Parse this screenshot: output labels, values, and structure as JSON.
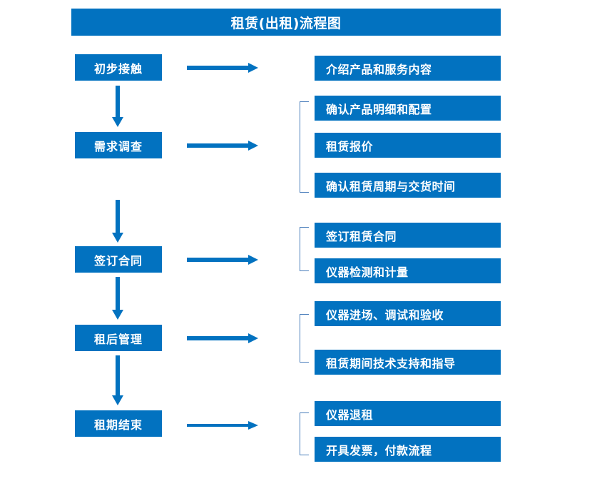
{
  "diagram": {
    "title": "租赁(出租)流程图",
    "type": "flowchart",
    "colors": {
      "box_fill": "#0272c0",
      "box_text": "#ffffff",
      "arrow": "#0272c0",
      "bracket": "#4a7ebb",
      "background": "#ffffff"
    },
    "stages": [
      {
        "id": "stage-1",
        "label": "初步接触"
      },
      {
        "id": "stage-2",
        "label": "需求调查"
      },
      {
        "id": "stage-3",
        "label": "签订合同"
      },
      {
        "id": "stage-4",
        "label": "租后管理"
      },
      {
        "id": "stage-5",
        "label": "租期结束"
      }
    ],
    "task_groups": [
      {
        "id": "group-1",
        "stage": "初步接触",
        "bracket": false,
        "tasks": [
          {
            "id": "task-1-1",
            "label": "介绍产品和服务内容"
          }
        ]
      },
      {
        "id": "group-2",
        "stage": "需求调查",
        "bracket": true,
        "tasks": [
          {
            "id": "task-2-1",
            "label": "确认产品明细和配置"
          },
          {
            "id": "task-2-2",
            "label": "租赁报价"
          },
          {
            "id": "task-2-3",
            "label": "确认租赁周期与交货时间"
          }
        ]
      },
      {
        "id": "group-3",
        "stage": "签订合同",
        "bracket": true,
        "tasks": [
          {
            "id": "task-3-1",
            "label": "签订租赁合同"
          },
          {
            "id": "task-3-2",
            "label": "仪器检测和计量"
          }
        ]
      },
      {
        "id": "group-4",
        "stage": "租后管理",
        "bracket": true,
        "tasks": [
          {
            "id": "task-4-1",
            "label": "仪器进场、调试和验收"
          },
          {
            "id": "task-4-2",
            "label": "租赁期间技术支持和指导"
          }
        ]
      },
      {
        "id": "group-5",
        "stage": "租期结束",
        "bracket": true,
        "tasks": [
          {
            "id": "task-5-1",
            "label": "仪器退租"
          },
          {
            "id": "task-5-2",
            "label": "开具发票，付款流程"
          }
        ]
      }
    ],
    "connectors": {
      "vertical_arrows": 4,
      "horizontal_arrows": 5,
      "direction_vertical": "down",
      "direction_horizontal": "right"
    }
  }
}
